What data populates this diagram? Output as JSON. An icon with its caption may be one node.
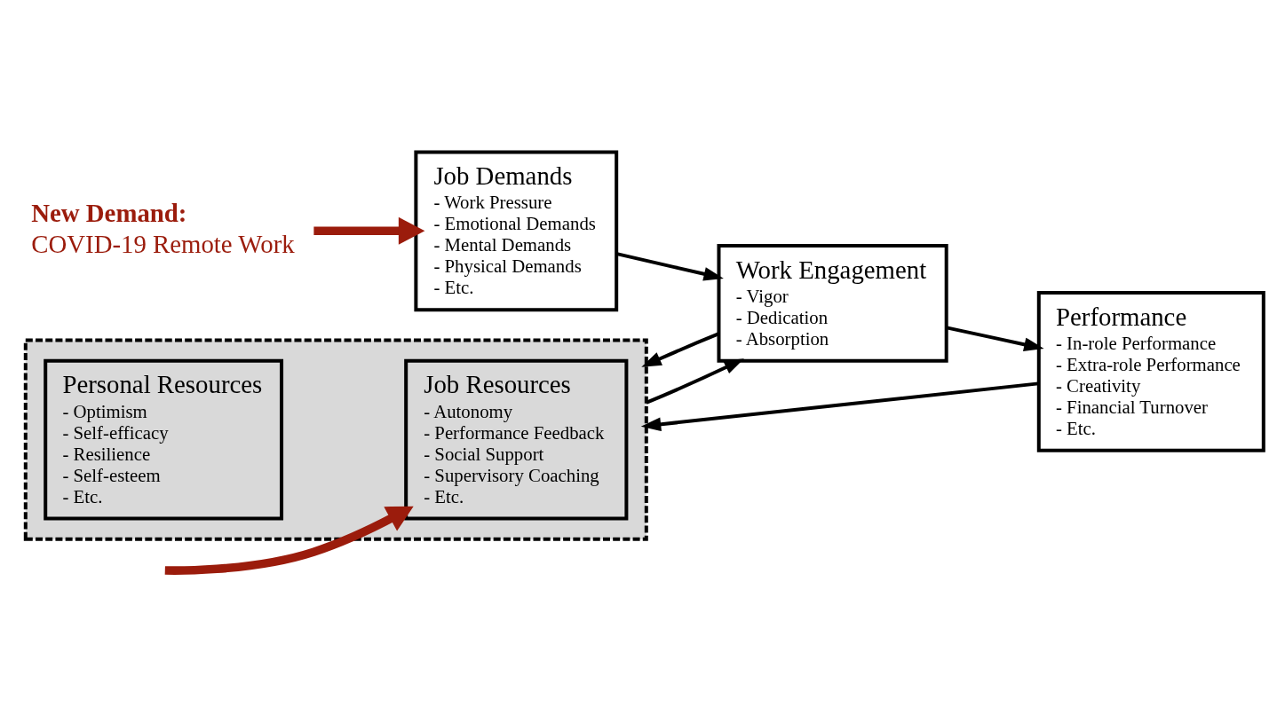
{
  "diagram": {
    "nodes": [
      {
        "text": [],
        "shape": "box"
      },
      {
        "text": [
          "Job Resources",
          "- Autonomy",
          "- Performance Feedback",
          "- Social Support",
          "- Supervisory Coaching",
          "- Etc."
        ],
        "in": 0
      },
      {
        "text": [
          "Personal Resources",
          "- Optimism",
          "- Self-efficacy",
          "- Resilience",
          "- Self-esteem",
          "- Etc."
        ],
        "in": 0
      },
      {
        "text": [
          "Job Demands",
          "- Work Pressure",
          "- Emotional Demands",
          "- Mental Demands",
          "- Physical Demands",
          "- Etc."
        ]
      },
      {
        "text": [
          "Work Engagement",
          "- Vigor",
          "- Dedication",
          "- Absorption"
        ]
      },
      {
        "text": [
          "Performance",
          "- In-role Performance",
          "- Extra-role Performance",
          "- Creativity",
          "- Financial Turnover",
          "- Etc."
        ]
      },
      {
        "text": [
          "New Demand:",
          "COVID-19 Remote Work"
        ]
      }
    ],
    "edges": [
      {
        "from": null,
        "to": 1,
        "arrow": "to",
        "style": "thick",
        "color": "#9b1c0c"
      },
      {
        "from": 6,
        "to": 3,
        "arrow": "to",
        "style": "thick",
        "color": "#9b1c0c"
      },
      {
        "from": 0,
        "to": 4,
        "arrow": "to"
      },
      {
        "from": 3,
        "to": 4,
        "arrow": "to"
      },
      {
        "from": 4,
        "to": 5,
        "arrow": "to"
      },
      {
        "from": 4,
        "to": 0,
        "arrow": "to"
      },
      {
        "from": 5,
        "to": 0,
        "arrow": "to"
      }
    ]
  }
}
